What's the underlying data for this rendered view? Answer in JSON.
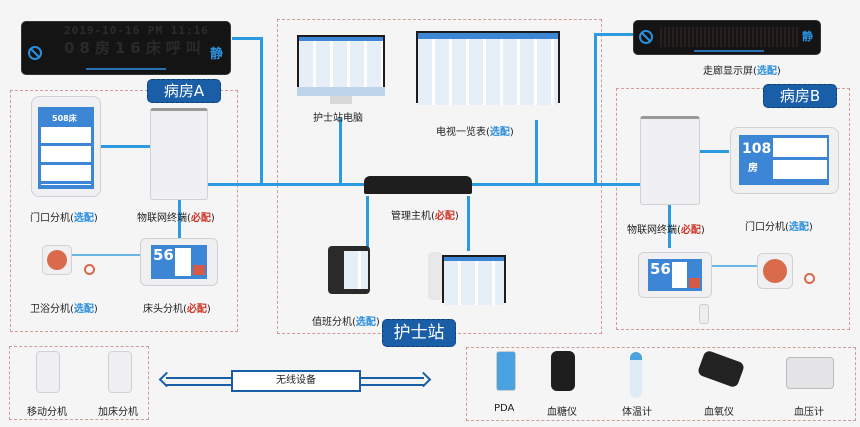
{
  "diagram": {
    "colors": {
      "wire": "#2b9ae0",
      "tag_bg": "#1a5ea8",
      "optional": "#2b8fdc",
      "required": "#d0382a",
      "zone_border": "#d49a9a"
    },
    "led_display_left": {
      "line1": "2019-10-16    PM 11:16",
      "line2": "08房16床呼叫",
      "quiet": "静"
    },
    "led_display_right": {
      "quiet": "静"
    },
    "zones": {
      "ward_a": {
        "tag": "病房A"
      },
      "ward_b": {
        "tag": "病房B"
      },
      "nurse_station": {
        "tag": "护士站"
      }
    },
    "ward_a": {
      "door_unit": {
        "name": "门口分机",
        "opt": "选配",
        "room": "508床"
      },
      "iot_terminal": {
        "name": "物联网终端",
        "req": "必配"
      },
      "bathroom_unit": {
        "name": "卫浴分机",
        "opt": "选配"
      },
      "bedside_unit": {
        "name": "床头分机",
        "req": "必配",
        "bed": "56"
      }
    },
    "nurse_station": {
      "pc": {
        "name": "护士站电脑"
      },
      "tv": {
        "name": "电视一览表",
        "opt": "选配"
      },
      "host": {
        "name": "管理主机",
        "req": "必配"
      },
      "duty_unit": {
        "name": "值班分机",
        "opt": "选配"
      }
    },
    "corridor_display": {
      "name": "走廊显示屏",
      "opt": "选配"
    },
    "ward_b": {
      "iot_terminal": {
        "name": "物联网终端",
        "req": "必配"
      },
      "door_unit": {
        "name": "门口分机",
        "opt": "选配",
        "room": "108",
        "room_suffix": "房"
      },
      "bedside_unit": {
        "bed": "56"
      }
    },
    "mobile": {
      "items": [
        {
          "name": "移动分机"
        },
        {
          "name": "加床分机"
        }
      ]
    },
    "wireless": {
      "label": "无线设备"
    },
    "medical": {
      "items": [
        {
          "name": "PDA"
        },
        {
          "name": "血糖仪"
        },
        {
          "name": "体温计"
        },
        {
          "name": "血氧仪"
        },
        {
          "name": "血压计"
        }
      ]
    }
  }
}
